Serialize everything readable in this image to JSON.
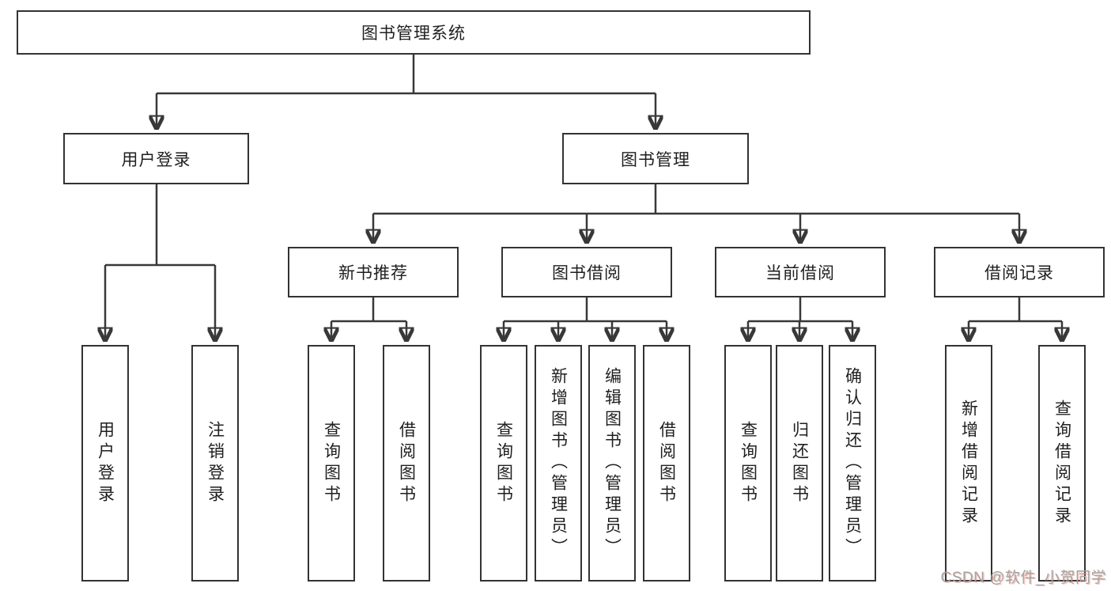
{
  "colors": {
    "background": "#ffffff",
    "box_border": "#333333",
    "connector_line": "#383838",
    "text": "#1f1f1f",
    "watermark_gray": "#a3a3a3",
    "watermark_accent": "#e95c46"
  },
  "watermark": "CSDN @软件_小贺同学",
  "tree": {
    "label": "图书管理系统",
    "children": [
      {
        "label": "用户登录",
        "children": [
          {
            "label": "用户登录"
          },
          {
            "label": "注销登录"
          }
        ]
      },
      {
        "label": "图书管理",
        "children": [
          {
            "label": "新书推荐",
            "children": [
              {
                "label": "查询图书"
              },
              {
                "label": "借阅图书"
              }
            ]
          },
          {
            "label": "图书借阅",
            "children": [
              {
                "label": "查询图书"
              },
              {
                "label": "新增图书（管理员）"
              },
              {
                "label": "编辑图书（管理员）"
              },
              {
                "label": "借阅图书"
              }
            ]
          },
          {
            "label": "当前借阅",
            "children": [
              {
                "label": "查询图书"
              },
              {
                "label": "归还图书"
              },
              {
                "label": "确认归还（管理员）"
              }
            ]
          },
          {
            "label": "借阅记录",
            "children": [
              {
                "label": "新增借阅记录"
              },
              {
                "label": "查询借阅记录"
              }
            ]
          }
        ]
      }
    ]
  }
}
